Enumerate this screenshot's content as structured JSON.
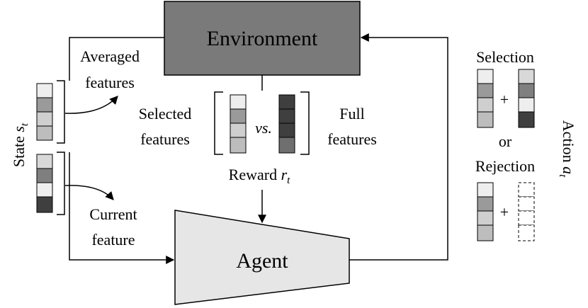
{
  "environment": {
    "label": "Environment"
  },
  "agent": {
    "label": "Agent"
  },
  "state": {
    "prefix": "State ",
    "var": "s",
    "sub": "t"
  },
  "averaged": {
    "line1": "Averaged",
    "line2": "features"
  },
  "current": {
    "line1": "Current",
    "line2": "feature"
  },
  "selected": {
    "line1": "Selected",
    "line2": "features"
  },
  "vs": "vs.",
  "full": {
    "line1": "Full",
    "line2": "features"
  },
  "reward": {
    "prefix": "Reward ",
    "var": "r",
    "sub": "t"
  },
  "selection": "Selection",
  "or": "or",
  "rejection": "Rejection",
  "plus": "+",
  "action": {
    "prefix": "Action ",
    "var": "a",
    "sub": "t"
  }
}
